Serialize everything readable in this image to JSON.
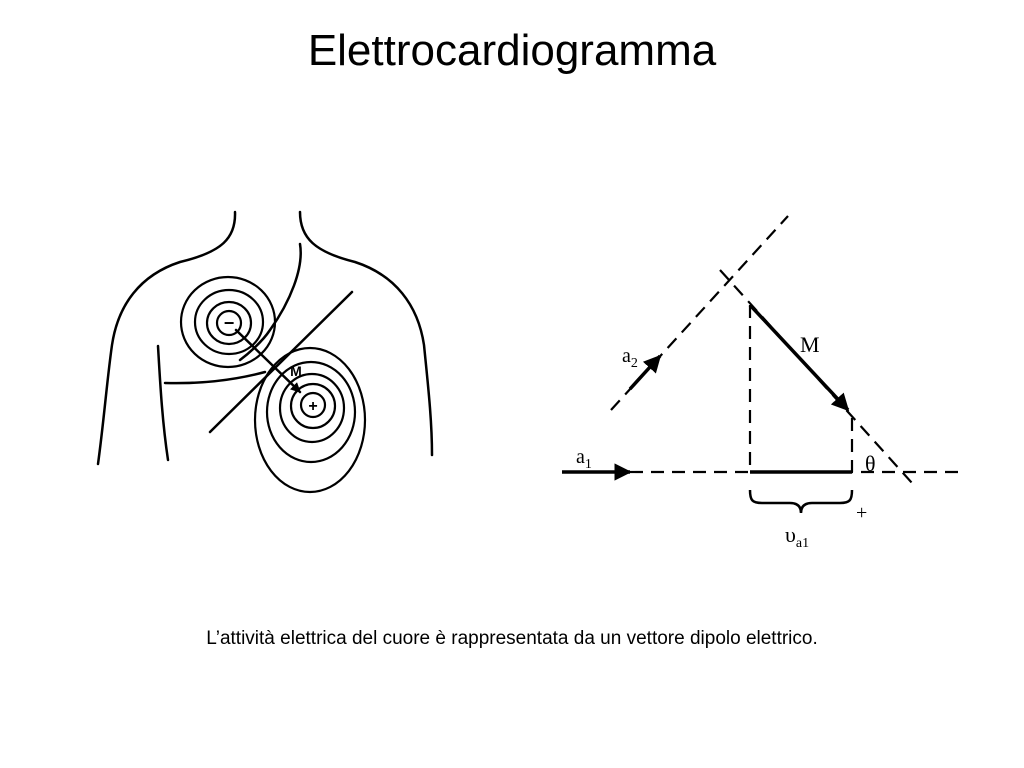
{
  "slide": {
    "title": "Elettrocardiogramma",
    "caption": "L’attività elettrica del cuore è rappresentata da un vettore dipolo elettrico."
  },
  "torso_figure": {
    "negative_pole": "−",
    "positive_pole": "+",
    "dipole_label": "M"
  },
  "vector_diagram": {
    "dipole_label": "M",
    "axis_a1": {
      "base": "a",
      "sub": "1"
    },
    "axis_a2": {
      "base": "a",
      "sub": "2"
    },
    "angle_label": "θ",
    "plus_sign": "+",
    "projection": {
      "base": "υ",
      "sub": "a1"
    }
  }
}
